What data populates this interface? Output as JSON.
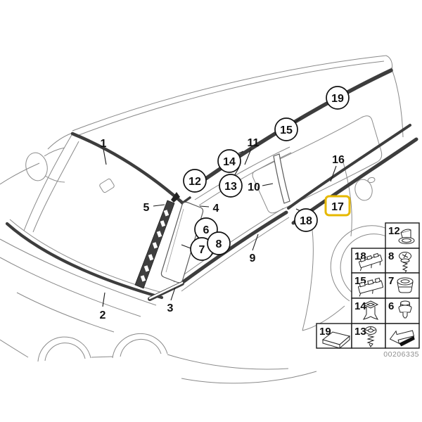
{
  "colors": {
    "highlight": "#E6B800"
  },
  "callouts": {
    "n1": {
      "label": "1"
    },
    "n2": {
      "label": "2"
    },
    "n3": {
      "label": "3"
    },
    "n4": {
      "label": "4"
    },
    "n5": {
      "label": "5"
    },
    "n6": {
      "label": "6"
    },
    "n7": {
      "label": "7"
    },
    "n8": {
      "label": "8"
    },
    "n9": {
      "label": "9"
    },
    "n10": {
      "label": "10"
    },
    "n11": {
      "label": "11"
    },
    "n12": {
      "label": "12"
    },
    "n13": {
      "label": "13"
    },
    "n14": {
      "label": "14"
    },
    "n15": {
      "label": "15"
    },
    "n16": {
      "label": "16"
    },
    "n17": {
      "label": "17"
    },
    "n18": {
      "label": "18"
    },
    "n19": {
      "label": "19"
    }
  },
  "legend": {
    "cells": [
      {
        "label": "12",
        "icon": "expanding-nut-icon"
      },
      {
        "label": "18",
        "icon": "moulding-clip-rail-icon"
      },
      {
        "label": "8",
        "icon": "machine-screw-icon"
      },
      {
        "label": "15",
        "icon": "moulding-clip-rail-icon"
      },
      {
        "label": "7",
        "icon": "oval-grommet-icon"
      },
      {
        "label": "14",
        "icon": "expanding-rivet-icon"
      },
      {
        "label": "6",
        "icon": "pin-clip-icon"
      },
      {
        "label": "19",
        "icon": "adhesive-pad-icon"
      },
      {
        "label": "13",
        "icon": "tapping-screw-icon"
      },
      {
        "label": "",
        "icon": "back-arrow-icon"
      }
    ]
  },
  "footer": {
    "doc_number": "00206335"
  }
}
